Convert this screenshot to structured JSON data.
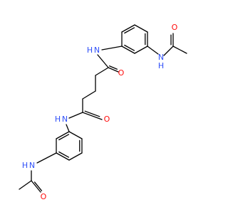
{
  "colors": {
    "bond": "#000000",
    "nitrogen": "#3050F8",
    "oxygen": "#FF0D0D"
  },
  "molecule": {
    "atom_labels": {
      "nh_top": "N",
      "h_top": "H",
      "o_top_amide": "O",
      "nh_right": "N",
      "h_right": "H",
      "o_right_acetyl": "O",
      "nh_mid": "N",
      "h_mid": "H",
      "o_mid_amide": "O",
      "nh_bottom": "N",
      "h_bottom": "H",
      "o_bottom_acetyl": "O"
    }
  }
}
